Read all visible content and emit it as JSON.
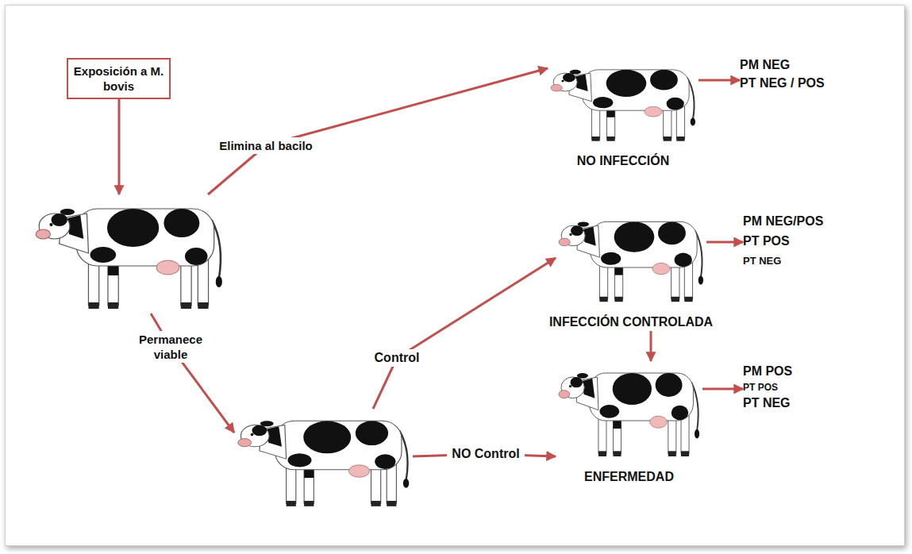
{
  "diagram": {
    "nodes": [
      {
        "text": [
          "Exposición a M. bovis"
        ]
      },
      {
        "text": []
      },
      {
        "text": [
          "NO INFECCIÓN"
        ]
      },
      {
        "text": [
          "PM NEG",
          "PT NEG / POS"
        ]
      },
      {
        "text": []
      },
      {
        "text": [
          "INFECCIÓN CONTROLADA"
        ]
      },
      {
        "text": [
          "PM NEG/POS",
          "PT POS",
          "PT NEG"
        ]
      },
      {
        "text": [
          "ENFERMEDAD"
        ]
      },
      {
        "text": [
          "PM POS",
          "PT POS",
          "PT NEG"
        ]
      }
    ],
    "edges": [
      {
        "from": 0,
        "to": 1,
        "arrow": "to"
      },
      {
        "from": 1,
        "to": 2,
        "label": "Elimina al bacilo",
        "arrow": "to"
      },
      {
        "from": 2,
        "to": 3,
        "arrow": "to"
      },
      {
        "from": 1,
        "to": 4,
        "label": "Permanece viable",
        "arrow": "to"
      },
      {
        "from": 4,
        "to": 5,
        "label": "Control",
        "arrow": "to"
      },
      {
        "from": 5,
        "to": 6,
        "arrow": "to"
      },
      {
        "from": 4,
        "to": 7,
        "label": "NO Control",
        "arrow": "to"
      },
      {
        "from": 5,
        "to": 7,
        "arrow": "to"
      },
      {
        "from": 7,
        "to": 8,
        "arrow": "to"
      }
    ]
  }
}
